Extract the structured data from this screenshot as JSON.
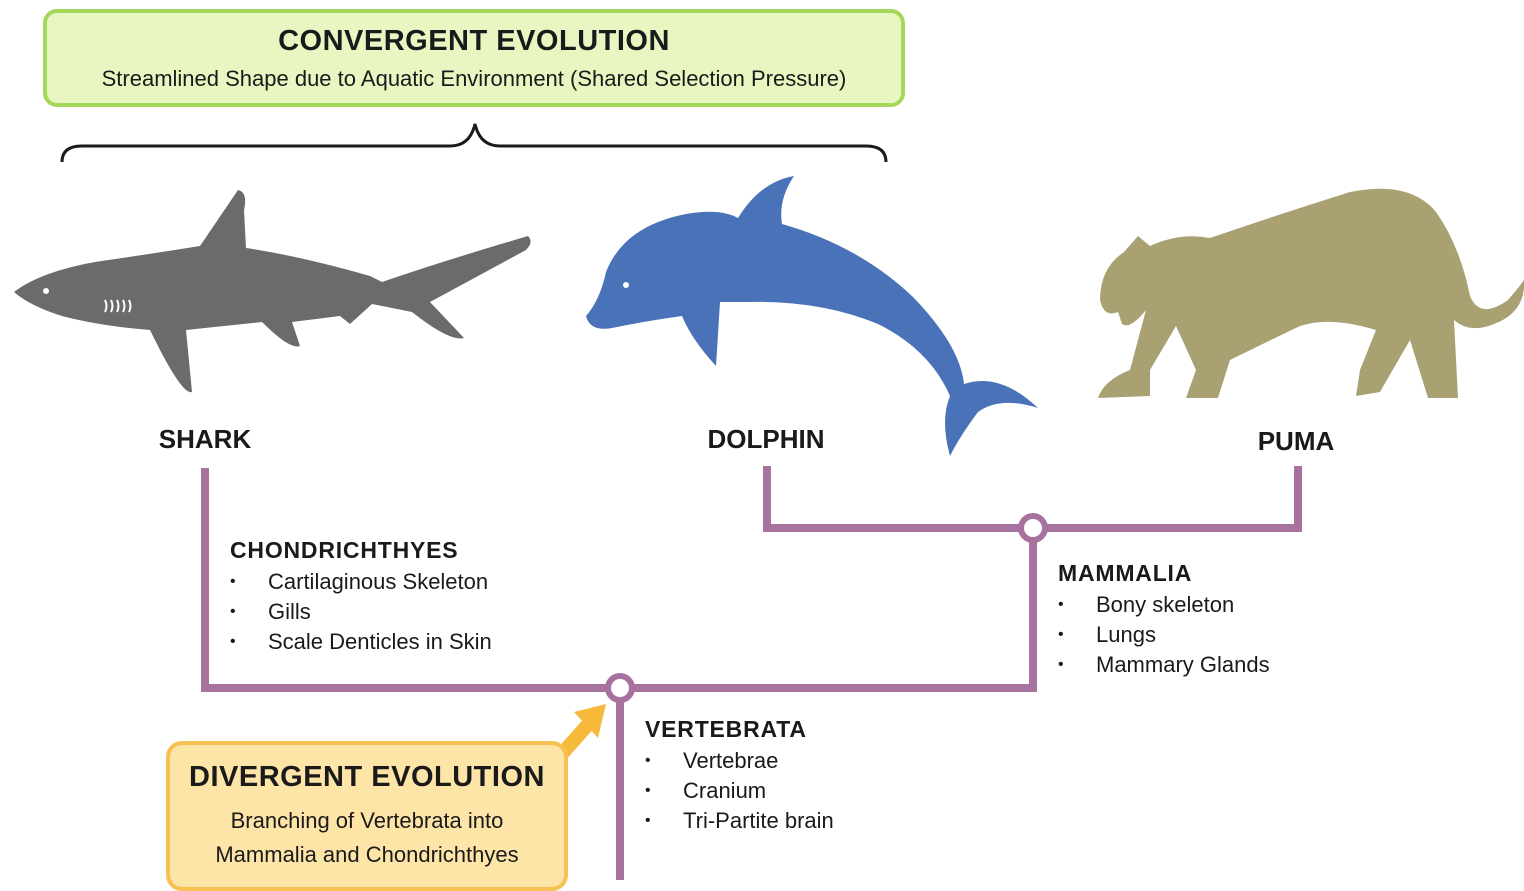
{
  "convergent": {
    "title": "CONVERGENT EVOLUTION",
    "subtitle": "Streamlined Shape due to Aquatic Environment (Shared Selection Pressure)"
  },
  "animals": {
    "shark": "SHARK",
    "dolphin": "DOLPHIN",
    "puma": "PUMA"
  },
  "groups": {
    "chondrichthyes": {
      "title": "CHONDRICHTHYES",
      "traits": [
        "Cartilaginous Skeleton",
        "Gills",
        "Scale Denticles in Skin"
      ]
    },
    "mammalia": {
      "title": "MAMMALIA",
      "traits": [
        "Bony skeleton",
        "Lungs",
        "Mammary Glands"
      ]
    },
    "vertebrata": {
      "title": "VERTEBRATA",
      "traits": [
        "Vertebrae",
        "Cranium",
        "Tri-Partite brain"
      ]
    }
  },
  "divergent": {
    "title": "DIVERGENT EVOLUTION",
    "line1": "Branching of Vertebrata into",
    "line2": "Mammalia and Chondrichthyes"
  },
  "colors": {
    "tree_line": "#a8729f",
    "shark": "#6b6b6b",
    "dolphin": "#4a72b8",
    "puma": "#a9a172",
    "convergent_fill": "#e8f7c2",
    "convergent_border": "#a4d75a",
    "divergent_fill": "#fde4a7",
    "divergent_border": "#f6c152"
  },
  "icons": [
    "shark-silhouette-icon",
    "dolphin-silhouette-icon",
    "puma-silhouette-icon",
    "arrow-icon"
  ]
}
